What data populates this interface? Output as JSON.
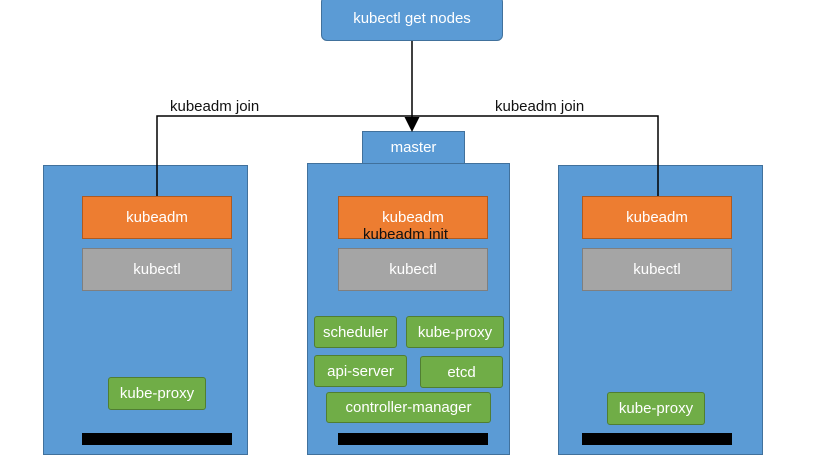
{
  "top_command": "kubectl get nodes",
  "join_label_left": "kubeadm join",
  "join_label_right": "kubeadm join",
  "master_tab": "master",
  "init_label": "kubeadm init",
  "nodes": {
    "left": {
      "kubeadm": "kubeadm",
      "kubectl": "kubectl",
      "proxy": "kube-proxy"
    },
    "center": {
      "kubeadm": "kubeadm",
      "kubectl": "kubectl",
      "scheduler": "scheduler",
      "proxy": "kube-proxy",
      "apiserver": "api-server",
      "etcd": "etcd",
      "controller": "controller-manager"
    },
    "right": {
      "kubeadm": "kubeadm",
      "kubectl": "kubectl",
      "proxy": "kube-proxy"
    }
  },
  "colors": {
    "node_blue": "#5b9bd5",
    "kubeadm_orange": "#ed7d31",
    "kubectl_gray": "#a5a5a5",
    "component_green": "#70ad47"
  }
}
